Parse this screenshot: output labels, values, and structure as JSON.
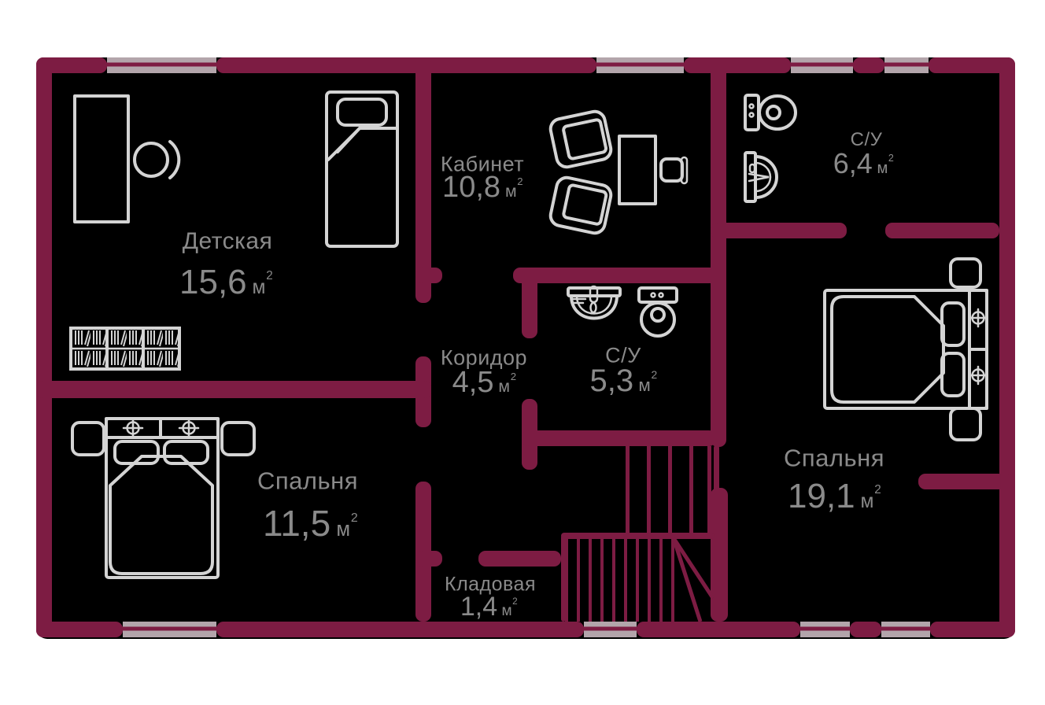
{
  "plan": {
    "unit": "м",
    "sup": "2",
    "rooms": [
      {
        "name": "Детская",
        "area": "15,6"
      },
      {
        "name": "Кабинет",
        "area": "10,8"
      },
      {
        "name": "С/У",
        "area": "6,4"
      },
      {
        "name": "Коридор",
        "area": "4,5"
      },
      {
        "name": "С/У",
        "area": "5,3"
      },
      {
        "name": "Спальня",
        "area": "11,5"
      },
      {
        "name": "Кладовая",
        "area": "1,4"
      },
      {
        "name": "Спальня",
        "area": "19,1"
      }
    ],
    "colors": {
      "wall": "#7d1c43",
      "window": "#b3a5ab",
      "floor": "#000000",
      "furniture": "#d4d4d4",
      "label": "#8a8a8a",
      "background": "#ffffff"
    }
  }
}
